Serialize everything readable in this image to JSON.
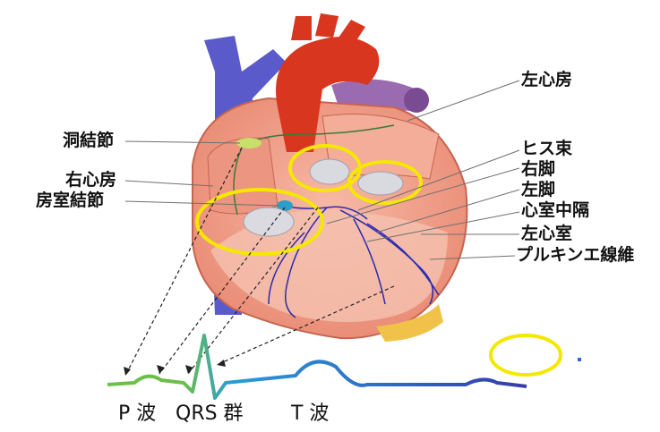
{
  "labels_left": {
    "sa_node": "洞結節",
    "right_atrium": "右心房",
    "av_node": "房室結節"
  },
  "labels_right": {
    "left_atrium": "左心房",
    "his_bundle": "ヒス束",
    "right_bundle": "右脚",
    "left_bundle": "左脚",
    "septum": "心室中隔",
    "left_ventricle": "左心室",
    "purkinje": "プルキンエ線維"
  },
  "ecg_labels": {
    "p_wave": "P 波",
    "qrs": "QRS 群",
    "t_wave": "T 波"
  },
  "colors": {
    "highlight_ellipse": "#f5e800",
    "aorta": "#d8361f",
    "vena_cava": "#5a5acb",
    "pulmonary": "#9a6bb0",
    "myocardium": "#f2a28f",
    "conduction": "#2a2ab0",
    "ecg_p": "#6cc04a",
    "ecg_main": "#2a9ad8",
    "ecg_tail": "#3a3aa8"
  }
}
